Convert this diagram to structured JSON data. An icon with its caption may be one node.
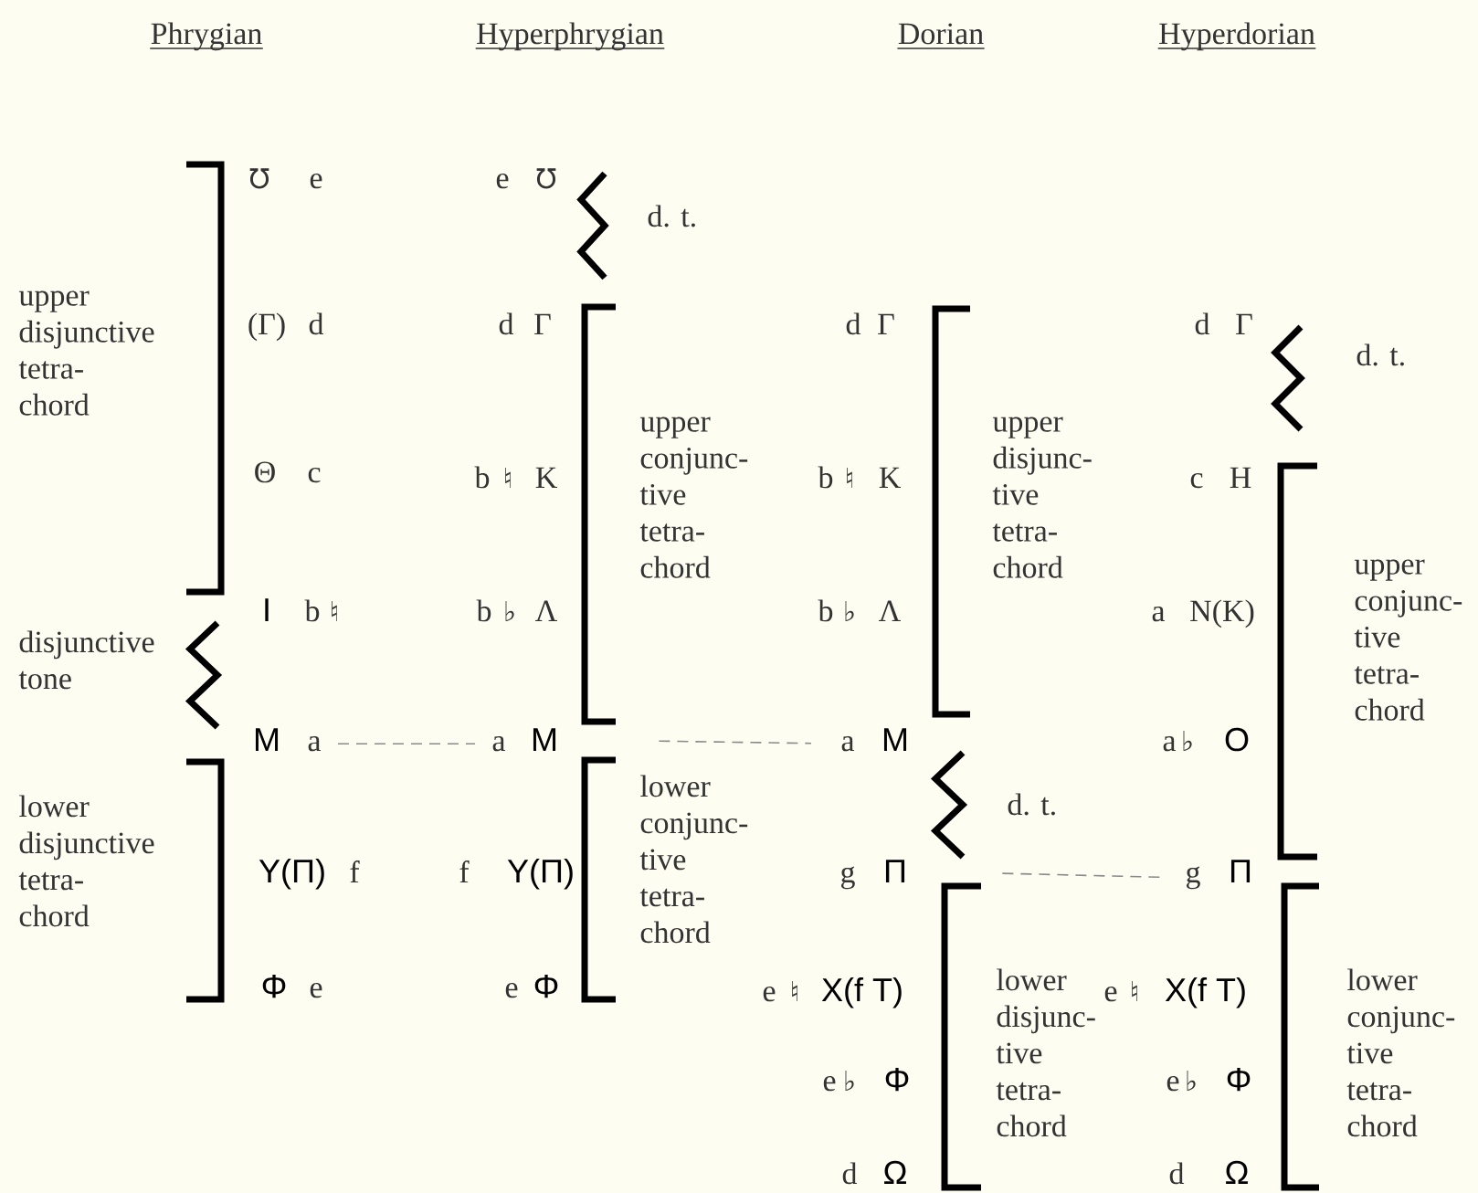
{
  "diagram": {
    "nodes": [
      {
        "text": [
          "a"
        ]
      },
      {
        "text": [
          "a"
        ]
      },
      {
        "text": [
          "M"
        ]
      },
      {
        "text": [
          "a"
        ]
      },
      {
        "text": [
          "Π"
        ]
      },
      {
        "text": [
          "g"
        ]
      }
    ],
    "edges": [
      {
        "from": 0,
        "to": 1,
        "arrow": "none",
        "style": "dashed"
      },
      {
        "from": 2,
        "to": 3,
        "arrow": "none",
        "style": "dashed"
      },
      {
        "from": 4,
        "to": 5,
        "arrow": "none",
        "style": "dashed"
      }
    ],
    "labels": [
      "Phrygian",
      "Hyperphrygian",
      "Dorian",
      "Hyperdorian",
      "upper disjunctive tetra- chord",
      "℧",
      "e",
      "(Γ)",
      "d",
      "Θ",
      "c",
      "I",
      "b",
      "♮",
      "disjunctive tone",
      "M",
      "lower disjunctive tetra- chord",
      "Υ(Π)",
      "f",
      "Φ",
      "e",
      "e",
      "℧",
      "d. t.",
      "d",
      "Γ",
      "upper conjunc- tive tetra- chord",
      "b",
      "♮",
      "K",
      "b",
      "♭",
      "Λ",
      "lower conjunc- tive tetra- chord",
      "f",
      "Υ(Π)",
      "e",
      "Φ",
      "d",
      "Γ",
      "upper disjunc- tive tetra- chord",
      "b",
      "♮",
      "K",
      "b",
      "♭",
      "Λ",
      "M",
      "d. t.",
      "g",
      "e",
      "♮",
      "X(f T)",
      "lower disjunc- tive tetra- chord",
      "e",
      "♭",
      "Φ",
      "d",
      "Ω",
      "d",
      "Γ",
      "d. t.",
      "c",
      "H",
      "upper conjunc- tive tetra- chord",
      "a",
      "N(K)",
      "a",
      "♭",
      "O",
      "Π",
      "e",
      "♮",
      "X(f T)",
      "lower conjunc- tive tetra- chord",
      "e",
      "♭",
      "Φ",
      "d",
      "Ω"
    ]
  }
}
